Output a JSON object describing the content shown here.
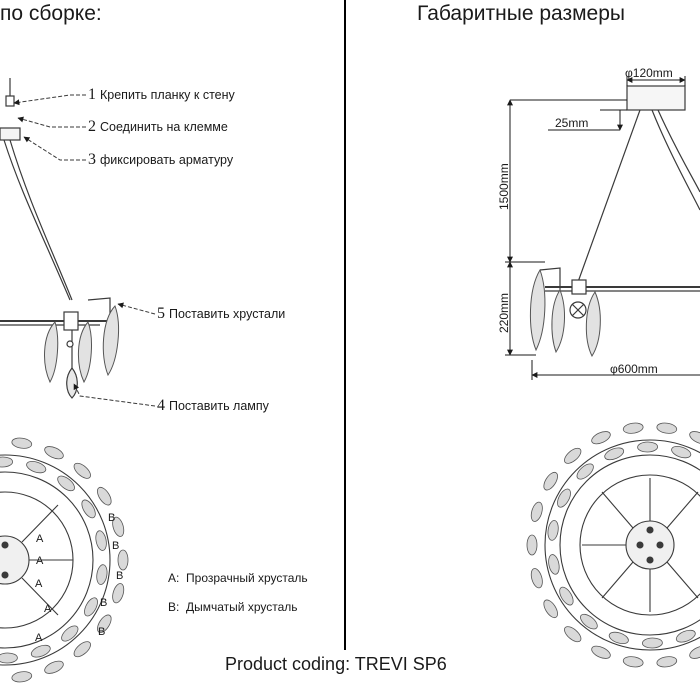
{
  "headings": {
    "assembly": "по сборке:",
    "dimensions": "Габаритные размеры"
  },
  "steps": [
    {
      "num": "1",
      "text": "Крепить планку к стену"
    },
    {
      "num": "2",
      "text": "Соединить на клемме"
    },
    {
      "num": "3",
      "text": "фиксировать арматуру"
    },
    {
      "num": "5",
      "text": "Поставить хрустали"
    },
    {
      "num": "4",
      "text": "Поставить лампу"
    }
  ],
  "legend": [
    {
      "key": "A:",
      "text": "Прозрачный хрусталь"
    },
    {
      "key": "B:",
      "text": "Дымчатый хрусталь"
    }
  ],
  "crystal_marks": [
    "B",
    "A",
    "B",
    "A",
    "B",
    "A",
    "B",
    "A",
    "B",
    "A"
  ],
  "dimensions": {
    "canopy_diameter": "φ120mm",
    "canopy_height": "25mm",
    "suspension_height": "1500mm",
    "body_height": "220mm",
    "diameter": "φ600mm"
  },
  "product_coding": "Product coding: TREVI SP6",
  "colors": {
    "line": "#3a3a3a",
    "crystal": "#d9d9d9",
    "divider": "#000000"
  }
}
